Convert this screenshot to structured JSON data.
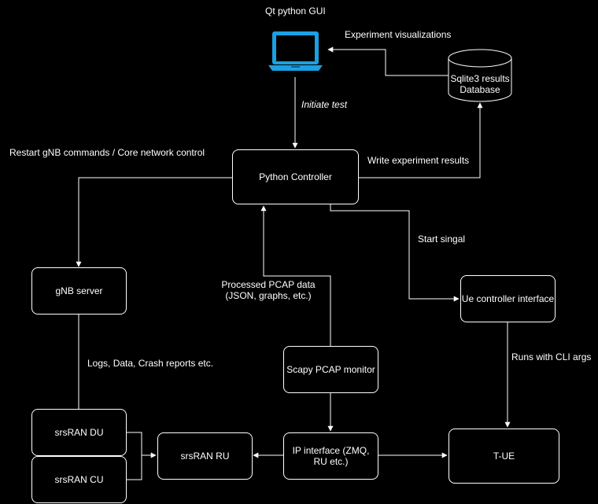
{
  "colors": {
    "background": "#000000",
    "stroke": "#ffffff",
    "laptop": "#1ba1e2"
  },
  "gui": {
    "title": "Qt python GUI",
    "icon": "laptop-icon"
  },
  "database": {
    "line1": "Sqlite3 results",
    "line2": "Database",
    "icon": "cylinder-database-icon"
  },
  "nodes": {
    "python_controller": "Python Controller",
    "gnb_server": "gNB server",
    "ue_controller": "Ue controller interface",
    "scapy_monitor": "Scapy PCAP monitor",
    "srsran_du": "srsRAN DU",
    "srsran_cu": "srsRAN CU",
    "srsran_ru": "srsRAN RU",
    "ip_interface_line1": "IP interface (ZMQ,",
    "ip_interface_line2": "RU etc.)",
    "tue": "T-UE"
  },
  "edges": {
    "experiment_visualizations": "Experiment visualizations",
    "initiate_test": "Initiate test",
    "restart_gnb": "Restart gNB commands / Core network control",
    "write_results": "Write experiment results",
    "start_signal": "Start singal",
    "processed_pcap_line1": "Processed PCAP data",
    "processed_pcap_line2": "(JSON, graphs, etc.)",
    "logs_data": "Logs, Data, Crash reports etc.",
    "runs_with_cli": "Runs with CLI args"
  }
}
